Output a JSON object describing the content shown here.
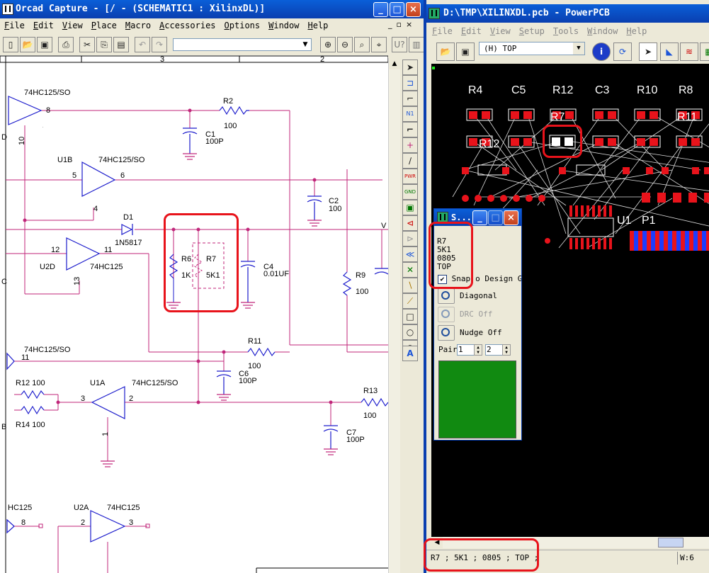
{
  "orcad": {
    "title": "Orcad Capture - [/ - (SCHEMATIC1 : XilinxDL)]",
    "menu": [
      "File",
      "Edit",
      "View",
      "Place",
      "Macro",
      "Accessories",
      "Options",
      "Window",
      "Help"
    ],
    "ruler_ticks": [
      "3",
      "2"
    ],
    "side_ticks": [
      "D",
      "C",
      "B"
    ],
    "components": {
      "u_top": "74HC125/SO",
      "u1b_ref": "U1B",
      "u1b_val": "74HC125/SO",
      "r2_ref": "R2",
      "r2_val": "100",
      "c1_ref": "C1",
      "c1_val": "100P",
      "c2_ref": "C2",
      "c2_val": "100",
      "d1_ref": "D1",
      "d1_val": "1N5817",
      "u2d_ref": "U2D",
      "u2d_val": "74HC125",
      "r6_ref": "R6",
      "r6_val": "1K",
      "r7_ref": "R7",
      "r7_val": "5K1",
      "c4_ref": "C4",
      "c4_val": "0.01UF",
      "r9_ref": "R9",
      "r9_val": "100",
      "u_mid": "74HC125/SO",
      "r11_ref": "R11",
      "r11_val": "100",
      "c6_ref": "C6",
      "c6_val": "100P",
      "u1a_ref": "U1A",
      "u1a_val": "74HC125/SO",
      "r12": "R12 100",
      "r14": "R14 100",
      "r13_ref": "R13",
      "r13_val": "100",
      "c7_ref": "C7",
      "c7_val": "100P",
      "u_bot_left": "HC125",
      "u2a_ref": "U2A",
      "u2a_val": "74HC125",
      "vcc": "V",
      "pins": {
        "p8": "8",
        "p10": "10",
        "p5": "5",
        "p6": "6",
        "p4": "4",
        "p12": "12",
        "p11": "11",
        "p13": "13",
        "p11b": "11",
        "p3": "3",
        "p2": "2",
        "p1": "1",
        "p8b": "8",
        "p2b": "2",
        "p3b": "3"
      }
    }
  },
  "pads": {
    "title": "D:\\TMP\\XILINXDL.pcb - PowerPCB",
    "menu": [
      "File",
      "Edit",
      "View",
      "Setup",
      "Tools",
      "Window",
      "Help"
    ],
    "layer_select": "(H) TOP",
    "ref_labels": [
      "R4",
      "C5",
      "R12",
      "C3",
      "R10",
      "R8"
    ],
    "p1_label": "P1",
    "u1_label": "U1",
    "r7_label": "R7",
    "r11_label": "R11",
    "r12b_label": "R12",
    "status_left": "R7 ; 5K1 ; 0805 ; TOP ;",
    "status_right": "W:6"
  },
  "dialog": {
    "title": "S...",
    "info": [
      "R7",
      "5K1",
      "0805",
      "TOP"
    ],
    "snap_label": "Snap",
    "snap_tail": "o Design G",
    "diagonal": "Diagonal",
    "drc": "DRC Off",
    "nudge": "Nudge Off",
    "pair_label": "Pair",
    "pair_a": "1",
    "pair_b": "2"
  },
  "colors": {
    "schematic_wire": "#c0267a",
    "schematic_component": "#1c1ccc",
    "pcb_bg": "#000000",
    "pad": "#e8131b",
    "highlight": "#e8131b",
    "dialog_green": "#118a11"
  }
}
